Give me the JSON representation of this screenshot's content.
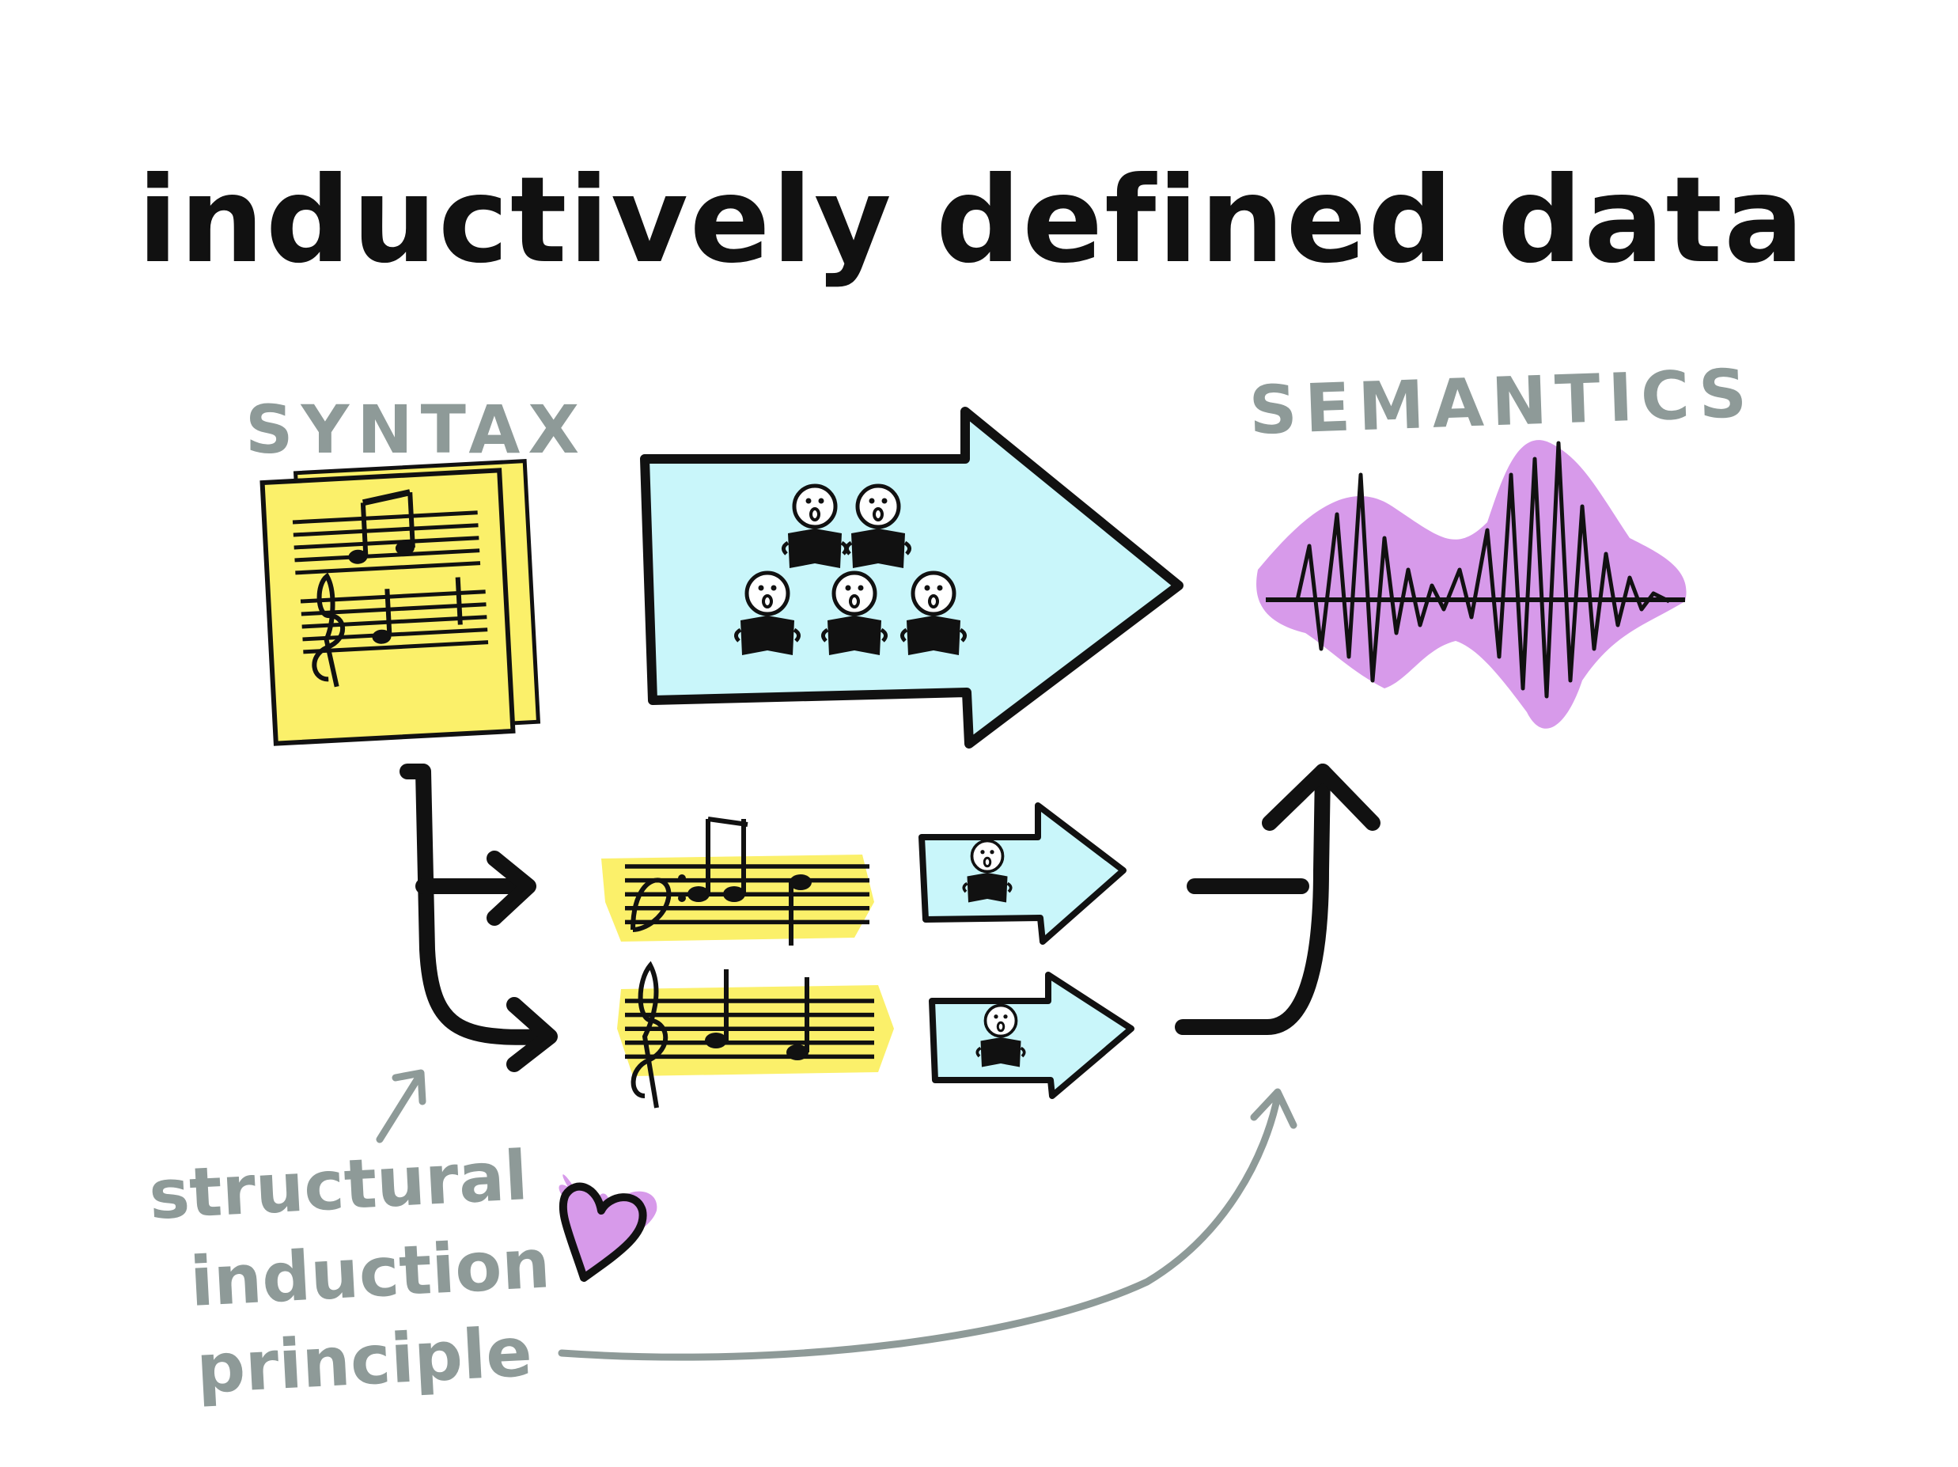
{
  "title": "inductively defined data",
  "labels": {
    "syntax": "SYNTAX",
    "semantics": "SEMANTICS",
    "principle_line1": "structural",
    "principle_line2": "induction",
    "principle_line3": "principle"
  },
  "colors": {
    "ink": "#111111",
    "gray": "#8e9a98",
    "yellow": "#fbf06a",
    "cyan": "#c9f6fa",
    "purple": "#d79aea"
  },
  "icons": {
    "score_doc": "sheet-music-icon",
    "choir": "choir-icon",
    "waveform": "sound-wave-icon",
    "heart": "heart-icon",
    "singer": "singer-icon"
  }
}
